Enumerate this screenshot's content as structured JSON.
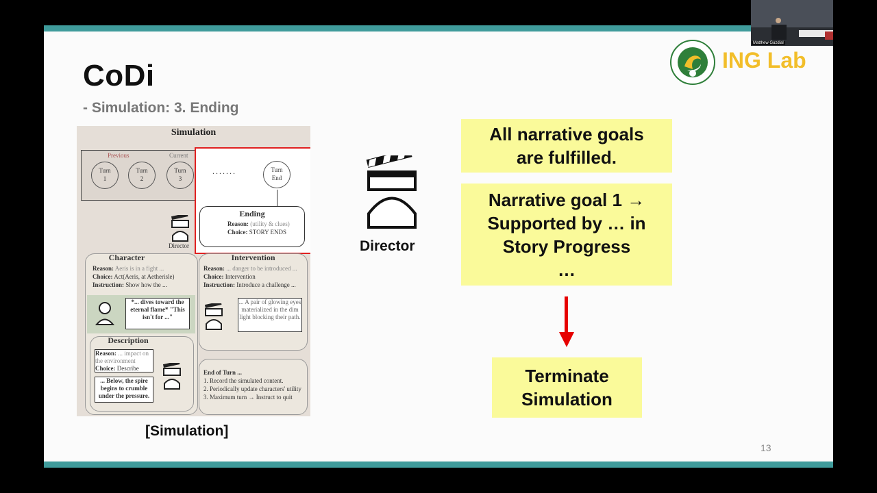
{
  "slide": {
    "title": "CoDi",
    "subtitle": "- Simulation: 3. Ending",
    "lab_name": "ING Lab",
    "page_number": "13",
    "accent_color": "#3f9b9b",
    "lab_color": "#f2be2a"
  },
  "figure": {
    "caption": "[Simulation]",
    "sim_title": "Simulation",
    "previous_label": "Previous",
    "current_label": "Current",
    "turns": [
      {
        "label": "Turn",
        "num": "1"
      },
      {
        "label": "Turn",
        "num": "2"
      },
      {
        "label": "Turn",
        "num": "3"
      }
    ],
    "dots": ".......",
    "end_turn": {
      "label": "Turn",
      "num": "End"
    },
    "ending": {
      "title": "Ending",
      "reason_key": "Reason:",
      "reason_val": "(utility & clues)",
      "choice_key": "Choice:",
      "choice_val": "STORY ENDS"
    },
    "director_small": "Director",
    "character": {
      "title": "Character",
      "reason_key": "Reason:",
      "reason_val": "Aeris is in a fight ...",
      "choice_key": "Choice:",
      "choice_val": "Act(Aeris, at Aetherisle)",
      "instruction_key": "Instruction:",
      "instruction_val": "Show how the ...",
      "speech": "*... dives toward the eternal flame* \"This isn't for ...\""
    },
    "intervention": {
      "title": "Intervention",
      "reason_key": "Reason:",
      "reason_val": "... danger to be introduced ...",
      "choice_key": "Choice:",
      "choice_val": "Intervention",
      "instruction_key": "Instruction:",
      "instruction_val": "Introduce a challenge ...",
      "speech": "... A pair of glowing eyes materialized in the dim light blocking their path."
    },
    "description": {
      "title": "Description",
      "reason_key": "Reason:",
      "reason_val": "... impact on the environment",
      "choice_key": "Choice:",
      "choice_val": "Describe",
      "speech": "... Below, the spire begins to crumble under the pressure."
    },
    "end_of_turn": {
      "title": "End of Turn ...",
      "items": [
        "1. Record the simulated content.",
        "2. Periodically update characters' utility",
        "3. Maximum turn → Instruct to quit"
      ]
    }
  },
  "director_label": "Director",
  "boxes": {
    "goals_line1": "All narrative goals",
    "goals_line2": "are fulfilled.",
    "narr_line1": "Narrative goal 1 →",
    "narr_line2": "Supported by … in",
    "narr_line3": "Story Progress",
    "narr_line4": "…",
    "term_line1": "Terminate",
    "term_line2": "Simulation"
  },
  "webcam": {
    "name": "Matthew Guzdial"
  }
}
